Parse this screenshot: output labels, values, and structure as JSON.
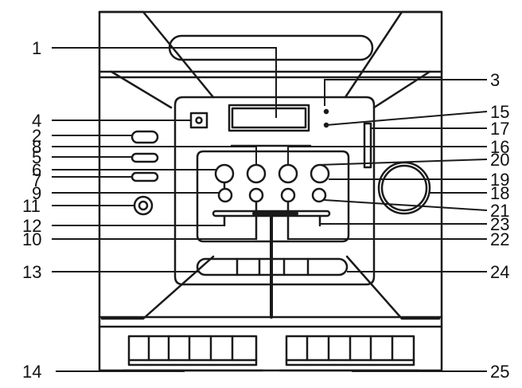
{
  "diagram": {
    "colors": {
      "stroke": "#1a1a1a",
      "background": "#ffffff"
    },
    "callouts": [
      {
        "id": "1",
        "label": "1"
      },
      {
        "id": "2",
        "label": "2"
      },
      {
        "id": "3",
        "label": "3"
      },
      {
        "id": "4",
        "label": "4"
      },
      {
        "id": "5",
        "label": "5"
      },
      {
        "id": "6",
        "label": "6"
      },
      {
        "id": "7",
        "label": "7"
      },
      {
        "id": "8",
        "label": "8"
      },
      {
        "id": "9",
        "label": "9"
      },
      {
        "id": "10",
        "label": "10"
      },
      {
        "id": "11",
        "label": "11"
      },
      {
        "id": "12",
        "label": "12"
      },
      {
        "id": "13",
        "label": "13"
      },
      {
        "id": "14",
        "label": "14"
      },
      {
        "id": "15",
        "label": "15"
      },
      {
        "id": "16",
        "label": "16"
      },
      {
        "id": "17",
        "label": "17"
      },
      {
        "id": "18",
        "label": "18"
      },
      {
        "id": "19",
        "label": "19"
      },
      {
        "id": "20",
        "label": "20"
      },
      {
        "id": "21",
        "label": "21"
      },
      {
        "id": "22",
        "label": "22"
      },
      {
        "id": "23",
        "label": "23"
      },
      {
        "id": "24",
        "label": "24"
      },
      {
        "id": "25",
        "label": "25"
      }
    ]
  }
}
